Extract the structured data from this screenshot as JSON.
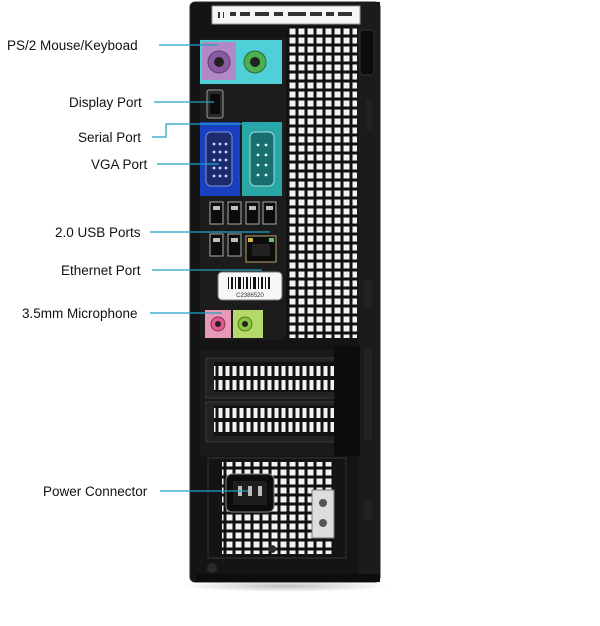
{
  "labels": {
    "ps2": "PS/2 Mouse/Keyboad",
    "display_port": "Display Port",
    "serial_port": "Serial Port",
    "vga_port": "VGA Port",
    "usb_ports": "2.0 USB Ports",
    "ethernet_port": "Ethernet Port",
    "microphone": "3.5mm Microphone",
    "power_connector": "Power Connector"
  },
  "service_tag": {
    "code": "C2386520"
  },
  "colors": {
    "leader_line": "#1fa2c4",
    "ps2_block": "#4fd0d8",
    "ps2_keyboard": "#a77bbf",
    "ps2_mouse": "#4caf50",
    "vga_block": "#1a3fbf",
    "serial_block": "#29a6a6",
    "mic_pink": "#e79ab8",
    "mic_green": "#b6d96c"
  }
}
